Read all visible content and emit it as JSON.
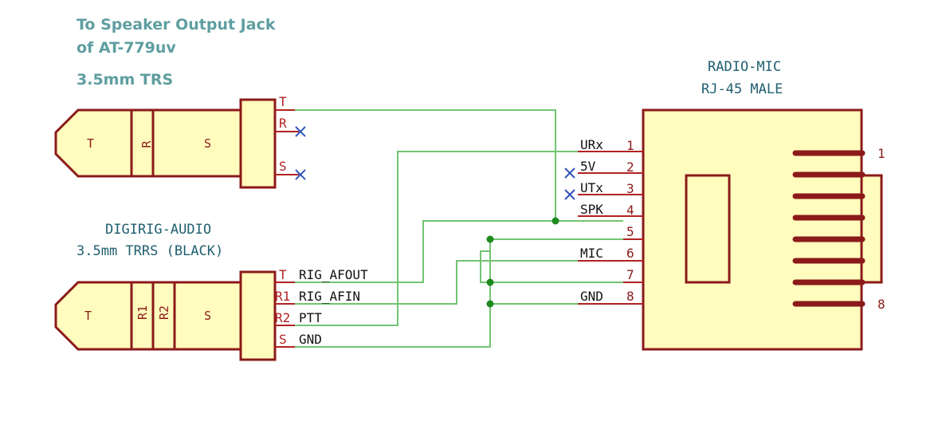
{
  "notes": {
    "speaker_line1": "To Speaker Output Jack",
    "speaker_line2": "of AT-779uv",
    "trs_label": "3.5mm TRS"
  },
  "trrs": {
    "title_line1": "DIGIRIG-AUDIO",
    "title_line2": "3.5mm TRRS (BLACK)"
  },
  "rj45": {
    "title_line1": "RADIO-MIC",
    "title_line2": "RJ-45 MALE"
  },
  "trs_segments": [
    "T",
    "R",
    "S"
  ],
  "trs_pins": [
    "T",
    "R",
    "S"
  ],
  "trrs_segments": [
    "T",
    "R1",
    "R2",
    "S"
  ],
  "trrs_pins": [
    "T",
    "R1",
    "R2",
    "S"
  ],
  "trrs_signals": [
    "RIG_AFOUT",
    "RIG_AFIN",
    "PTT",
    "GND"
  ],
  "rj45_signals": [
    "URx",
    "5V",
    "UTx",
    "SPK",
    "",
    "MIC",
    "",
    "GND"
  ],
  "rj45_pin_numbers": [
    "1",
    "2",
    "3",
    "4",
    "5",
    "6",
    "7",
    "8"
  ],
  "rj45_end_labels": [
    "1",
    "8"
  ],
  "colors": {
    "body_fill": "#fffcbd",
    "outline": "#8b1a1a",
    "pin": "#b22222",
    "wire": "#72c472",
    "junction": "#1e8a1e",
    "no_connect": "#3355bb"
  }
}
